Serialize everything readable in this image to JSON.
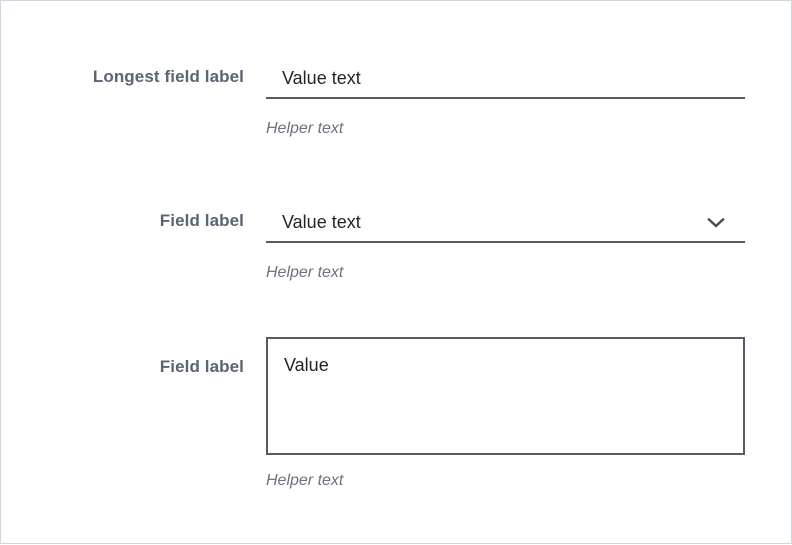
{
  "page": {
    "background_color": "#ffffff",
    "border_color": "#d2d6dc"
  },
  "theme": {
    "label_color": "#5b6472",
    "value_color": "#1f2329",
    "helper_color": "#6b7280",
    "underline_color": "#565c66",
    "border_color": "#565c66"
  },
  "form": {
    "fields": [
      {
        "type": "text",
        "label": "Longest field label",
        "value": "Value text",
        "helper": "Helper text"
      },
      {
        "type": "select",
        "label": "Field label",
        "value": "Value text",
        "helper": "Helper text",
        "icon": "chevron-down-icon"
      },
      {
        "type": "textarea",
        "label": "Field label",
        "value": "Value",
        "helper": "Helper text"
      }
    ]
  }
}
